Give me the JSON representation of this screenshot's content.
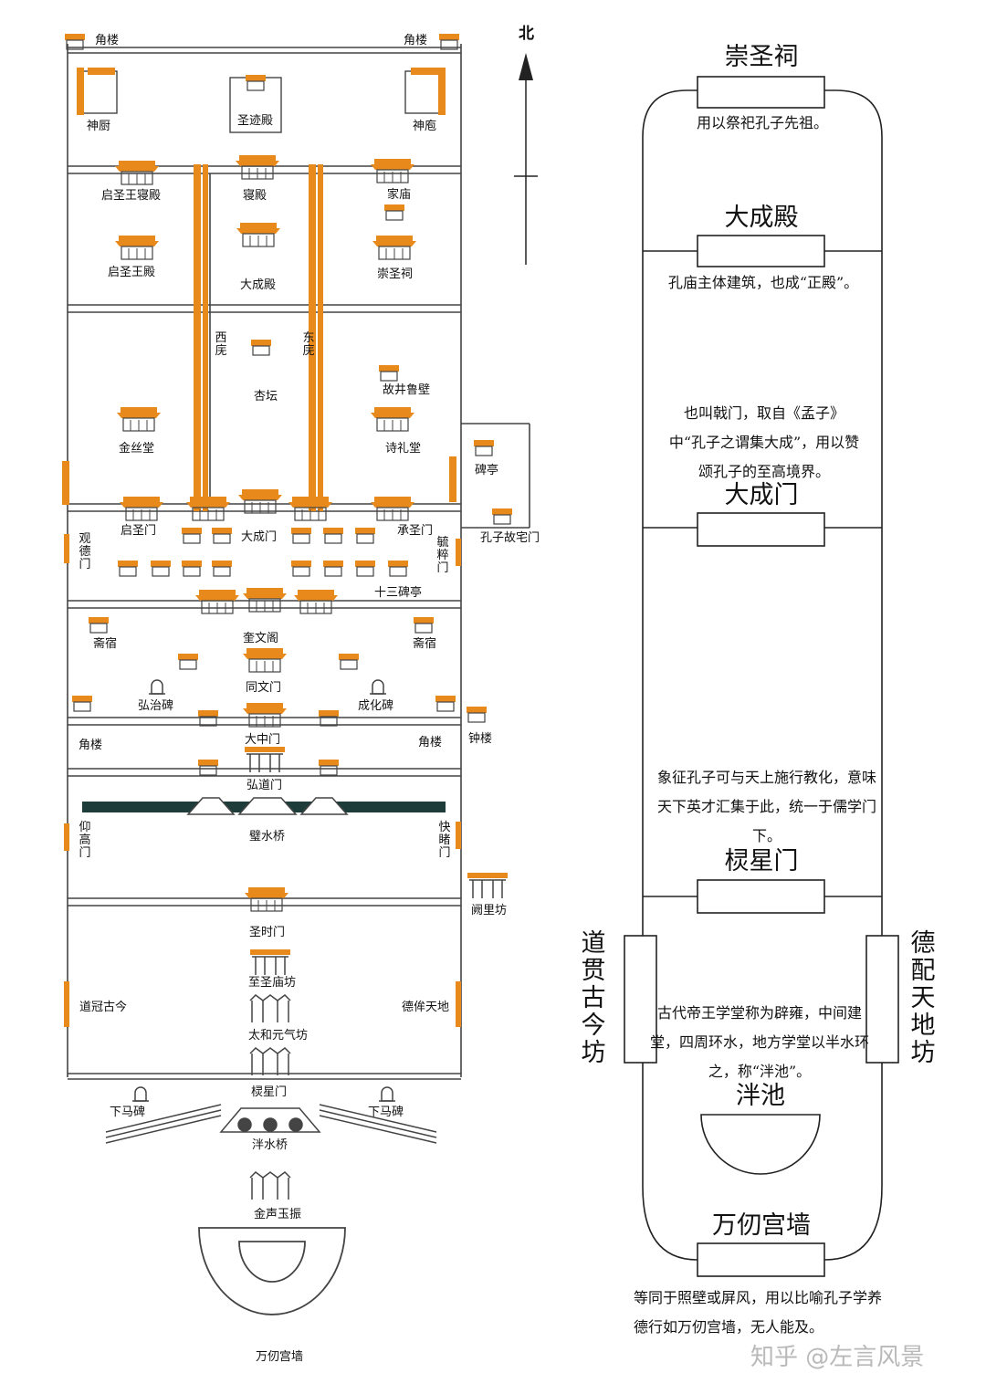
{
  "colors": {
    "roof": "#e8891b",
    "line": "#444444",
    "bridge": "#1e3d3a"
  },
  "plan": {
    "north": "北",
    "labels": {
      "jiaolou_nw": "角楼",
      "jiaolou_ne": "角楼",
      "shenchu": "神厨",
      "shenpao": "神庖",
      "shengjidian": "圣迹殿",
      "qishengwangqindian": "启圣王寝殿",
      "qindian": "寝殿",
      "jiamiao": "家庙",
      "qishengwangdian": "启圣王殿",
      "dachengdian": "大成殿",
      "chongshengci": "崇圣祠",
      "xiwu": "西庑",
      "dongwu": "东庑",
      "xingtan": "杏坛",
      "gujingbi": "故井鲁壁",
      "jinsitang": "金丝堂",
      "shilitang": "诗礼堂",
      "beiting": "碑亭",
      "qishengmen": "启圣门",
      "dachengmen": "大成门",
      "chengshengmen": "承圣门",
      "guandemen": "观德门",
      "yucuimen": "毓粹门",
      "kongziguzhaimen": "孔子故宅门",
      "shisanbeiting": "十三碑亭",
      "zhaisu_w": "斋宿",
      "zhaisu_e": "斋宿",
      "kuiwenge": "奎文阁",
      "tongwenmen": "同文门",
      "hongzhibei": "弘治碑",
      "chenghuabei": "成化碑",
      "jiaolou_sw": "角楼",
      "jiaolou_se": "角楼",
      "zhonglou": "钟楼",
      "dazhongmen": "大中门",
      "hongdaomen": "弘道门",
      "bishuiqiao": "璧水桥",
      "yanggaomen": "仰高门",
      "kuaidumen": "快睹门",
      "queli": "阙里坊",
      "shengshimen": "圣时门",
      "zhishengmiao": "至圣庙坊",
      "daoguanguji": "道冠古今",
      "depeitiandi": "德侔天地",
      "taihe": "太和元气坊",
      "lingxingmen": "棂星门",
      "xiamabei_w": "下马碑",
      "xiamabei_e": "下马碑",
      "panshuiqiao": "泮水桥",
      "jinsheng": "金声玉振",
      "wanren": "万仞宫墙"
    }
  },
  "schematic": {
    "labels": {
      "chongshengci": "崇圣祠",
      "dachengdian": "大成殿",
      "dachengmen": "大成门",
      "lingxingmen": "棂星门",
      "daoguan": "道贯古今坊",
      "depei": "德配天地坊",
      "panchi": "泮池",
      "wanren": "万仞宫墙"
    },
    "descriptions": {
      "chongshengci": "用以祭祀孔子先祖。",
      "dachengdian": "孔庙主体建筑，也成“正殿”。",
      "dachengmen": "也叫戟门，取自《孟子》中“孔子之谓集大成”，用以赞颂孔子的至高境界。",
      "lingxingmen": "象征孔子可与天上施行教化，意味天下英才汇集于此，统一于儒学门下。",
      "panchi": "古代帝王学堂称为辟雍，中间建堂，四周环水，地方学堂以半水环之，称“泮池”。",
      "wanren": "等同于照壁或屏风，用以比喻孔子学养德行如万仞宫墙，无人能及。"
    }
  },
  "watermark": "知乎 @左言风景"
}
